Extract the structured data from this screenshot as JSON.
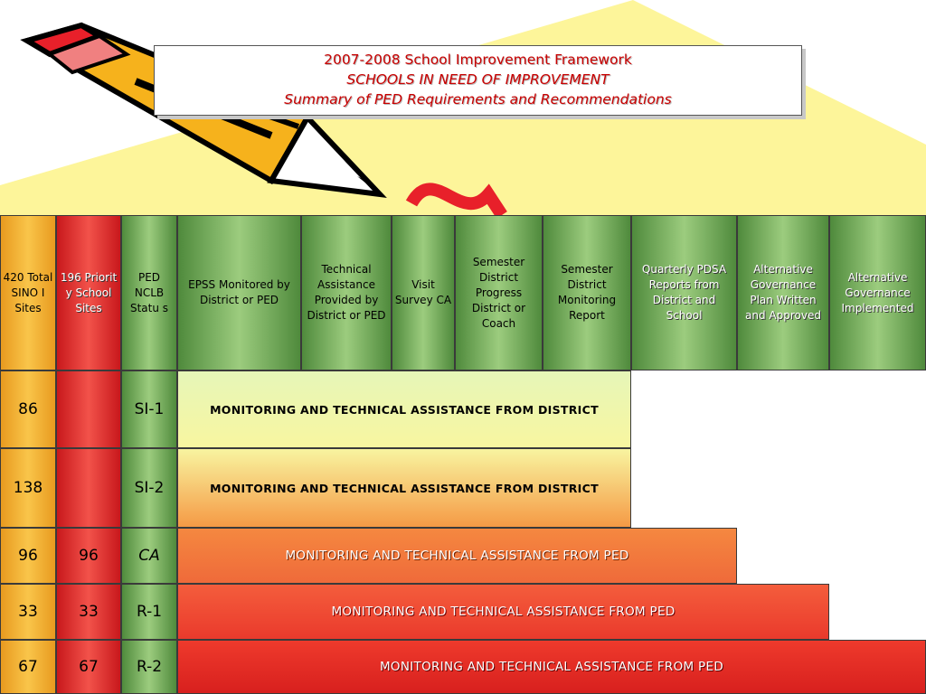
{
  "title": {
    "line1": "2007-2008 School Improvement Framework",
    "line2": "SCHOOLS IN NEED OF IMPROVEMENT",
    "line3": "Summary of PED Requirements and Recommendations"
  },
  "headers": [
    "420 Total SINO I Sites",
    "196 Priorit y School Sites",
    "PED NCLB Statu s",
    "EPSS Monitored by District or PED",
    "Technical Assistance Provided by District or PED",
    "Visit Survey CA",
    "Semester District Progress District or Coach",
    "Semester District Monitoring Report",
    "Quarterly PDSA Reports from District and School",
    "Alternative Governance Plan Written and Approved",
    "Alternative Governance Implemented"
  ],
  "rows": [
    {
      "total": "86",
      "priority": "",
      "status": "SI-1",
      "band": "MONITORING AND TECHNICAL ASSISTANCE FROM DISTRICT"
    },
    {
      "total": "138",
      "priority": "",
      "status": "SI-2",
      "band": "MONITORING AND TECHNICAL ASSISTANCE FROM DISTRICT"
    },
    {
      "total": "96",
      "priority": "96",
      "status": "CA",
      "band": "MONITORING AND TECHNICAL ASSISTANCE FROM PED"
    },
    {
      "total": "33",
      "priority": "33",
      "status": "R-1",
      "band": "MONITORING AND TECHNICAL ASSISTANCE FROM PED"
    },
    {
      "total": "67",
      "priority": "67",
      "status": "R-2",
      "band": "MONITORING AND TECHNICAL ASSISTANCE FROM PED"
    }
  ],
  "colors": {
    "accent": "#c80000",
    "yellow": "#fdf59a",
    "green": "#7db85e",
    "orange": "#f5b030",
    "red": "#e0302a"
  }
}
